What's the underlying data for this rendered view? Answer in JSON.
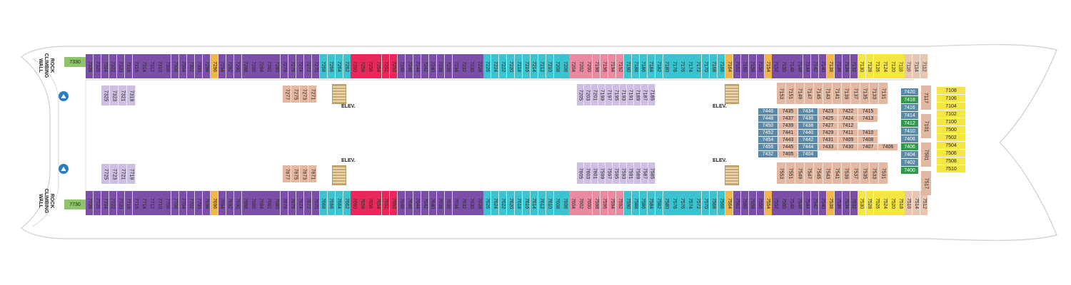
{
  "labels": {
    "rock_wall": "ROCK\nCLIMBING\nWALL",
    "elev": "ELEV."
  },
  "top_corner": "7330",
  "bottom_corner": "7730",
  "top_row": [
    {
      "n": "7328",
      "c": "#7b4ea8"
    },
    {
      "n": "7326",
      "c": "#7b4ea8"
    },
    {
      "n": "7324",
      "c": "#7b4ea8"
    },
    {
      "n": "7322",
      "c": "#7b4ea8"
    },
    {
      "n": "7320",
      "c": "#7b4ea8"
    },
    {
      "n": "7318",
      "c": "#7b4ea8"
    },
    {
      "n": "7316",
      "c": "#7b4ea8"
    },
    {
      "n": "7314",
      "c": "#7b4ea8"
    },
    {
      "n": "7312",
      "c": "#7b4ea8"
    },
    {
      "n": "7310",
      "c": "#7b4ea8"
    },
    {
      "n": "7308",
      "c": "#7b4ea8"
    },
    {
      "n": "7306",
      "c": "#7b4ea8"
    },
    {
      "n": "7304",
      "c": "#7b4ea8"
    },
    {
      "n": "7302",
      "c": "#7b4ea8"
    },
    {
      "n": "7300",
      "c": "#7b4ea8"
    },
    {
      "n": "7298",
      "c": "#7b4ea8"
    },
    {
      "n": "7296",
      "c": "#f0b64a"
    },
    {
      "n": "7294",
      "c": "#7b4ea8"
    },
    {
      "n": "7292",
      "c": "#7b4ea8"
    },
    {
      "n": "7290",
      "c": "#7b4ea8"
    },
    {
      "n": "7288",
      "c": "#7b4ea8"
    },
    {
      "n": "7286",
      "c": "#7b4ea8"
    },
    {
      "n": "7284",
      "c": "#7b4ea8"
    },
    {
      "n": "7282",
      "c": "#7b4ea8"
    },
    {
      "n": "7280",
      "c": "#7b4ea8"
    },
    {
      "n": "7278",
      "c": "#7b4ea8"
    },
    {
      "n": "7276",
      "c": "#7b4ea8"
    },
    {
      "n": "7274",
      "c": "#7b4ea8"
    },
    {
      "n": "7272",
      "c": "#7b4ea8"
    },
    {
      "n": "7270",
      "c": "#7b4ea8"
    },
    {
      "n": "7268",
      "c": "#3cc3d0"
    },
    {
      "n": "7266",
      "c": "#3cc3d0"
    },
    {
      "n": "7264",
      "c": "#3cc3d0"
    },
    {
      "n": "7262",
      "c": "#3cc3d0"
    },
    {
      "n": "7260",
      "c": "#e8285a"
    },
    {
      "n": "7258",
      "c": "#e8285a"
    },
    {
      "n": "7256",
      "c": "#e8285a"
    },
    {
      "n": "7254",
      "c": "#e8285a"
    },
    {
      "n": "7252",
      "c": "#e8285a"
    },
    {
      "n": "7250",
      "c": "#e8285a"
    },
    {
      "n": "7248",
      "c": "#7b4ea8"
    },
    {
      "n": "7246",
      "c": "#7b4ea8"
    },
    {
      "n": "7244",
      "c": "#7b4ea8"
    },
    {
      "n": "7242",
      "c": "#7b4ea8"
    },
    {
      "n": "7240",
      "c": "#7b4ea8"
    },
    {
      "n": "7238",
      "c": "#7b4ea8"
    },
    {
      "n": "7236",
      "c": "#7b4ea8"
    },
    {
      "n": "7234",
      "c": "#7b4ea8"
    },
    {
      "n": "7232",
      "c": "#7b4ea8"
    },
    {
      "n": "7230",
      "c": "#7b4ea8"
    },
    {
      "n": "7228",
      "c": "#7b4ea8"
    },
    {
      "n": "7226",
      "c": "#3cc3d0"
    },
    {
      "n": "7224",
      "c": "#3cc3d0"
    },
    {
      "n": "7222",
      "c": "#3cc3d0"
    },
    {
      "n": "7220",
      "c": "#3cc3d0"
    },
    {
      "n": "7218",
      "c": "#3cc3d0"
    },
    {
      "n": "7216",
      "c": "#3cc3d0"
    },
    {
      "n": "7214",
      "c": "#3cc3d0"
    },
    {
      "n": "7212",
      "c": "#3cc3d0"
    },
    {
      "n": "7210",
      "c": "#3cc3d0"
    },
    {
      "n": "7208",
      "c": "#3cc3d0"
    },
    {
      "n": "7206",
      "c": "#3cc3d0"
    },
    {
      "n": "7204",
      "c": "#e98aa0"
    },
    {
      "n": "7202",
      "c": "#e98aa0"
    },
    {
      "n": "7200",
      "c": "#e98aa0"
    },
    {
      "n": "7198",
      "c": "#e98aa0"
    },
    {
      "n": "7196",
      "c": "#e98aa0"
    },
    {
      "n": "7194",
      "c": "#e98aa0"
    },
    {
      "n": "7192",
      "c": "#e98aa0"
    },
    {
      "n": "7190",
      "c": "#3cc3d0"
    },
    {
      "n": "7188",
      "c": "#3cc3d0"
    },
    {
      "n": "7186",
      "c": "#3cc3d0"
    },
    {
      "n": "7184",
      "c": "#3cc3d0"
    },
    {
      "n": "7182",
      "c": "#3cc3d0"
    },
    {
      "n": "7180",
      "c": "#3cc3d0"
    },
    {
      "n": "7178",
      "c": "#3cc3d0"
    },
    {
      "n": "7176",
      "c": "#3cc3d0"
    },
    {
      "n": "7174",
      "c": "#3cc3d0"
    },
    {
      "n": "7172",
      "c": "#3cc3d0"
    },
    {
      "n": "7170",
      "c": "#3cc3d0"
    },
    {
      "n": "7168",
      "c": "#3cc3d0"
    },
    {
      "n": "7166",
      "c": "#3cc3d0"
    },
    {
      "n": "7164",
      "c": "#f0b64a"
    },
    {
      "n": "7162",
      "c": "#7b4ea8"
    },
    {
      "n": "7160",
      "c": "#7b4ea8"
    },
    {
      "n": "7158",
      "c": "#7b4ea8"
    },
    {
      "n": "7156",
      "c": "#7b4ea8"
    },
    {
      "n": "7154",
      "c": "#f0b64a"
    },
    {
      "n": "7152",
      "c": "#7b4ea8"
    },
    {
      "n": "7150",
      "c": "#7b4ea8"
    },
    {
      "n": "7148",
      "c": "#7b4ea8"
    },
    {
      "n": "7146",
      "c": "#7b4ea8"
    },
    {
      "n": "7144",
      "c": "#7b4ea8"
    },
    {
      "n": "7142",
      "c": "#7b4ea8"
    },
    {
      "n": "7140",
      "c": "#7b4ea8"
    },
    {
      "n": "7138",
      "c": "#f0b64a"
    },
    {
      "n": "7136",
      "c": "#7b4ea8"
    },
    {
      "n": "7134",
      "c": "#7b4ea8"
    },
    {
      "n": "7132",
      "c": "#7b4ea8"
    },
    {
      "n": "7130",
      "c": "#f5e642"
    },
    {
      "n": "7128",
      "c": "#f5e642"
    },
    {
      "n": "7126",
      "c": "#f5e642"
    },
    {
      "n": "7124",
      "c": "#f5e642"
    },
    {
      "n": "7120",
      "c": "#f5e642"
    },
    {
      "n": "7118",
      "c": "#f5e642"
    },
    {
      "n": "7116",
      "c": "#e8c6b4"
    },
    {
      "n": "7114",
      "c": "#e8c6b4"
    },
    {
      "n": "7112",
      "c": "#e8c6b4"
    }
  ],
  "bottom_row": [
    {
      "n": "7728",
      "c": "#7b4ea8"
    },
    {
      "n": "7726",
      "c": "#7b4ea8"
    },
    {
      "n": "7724",
      "c": "#7b4ea8"
    },
    {
      "n": "7722",
      "c": "#7b4ea8"
    },
    {
      "n": "7720",
      "c": "#7b4ea8"
    },
    {
      "n": "7718",
      "c": "#7b4ea8"
    },
    {
      "n": "7716",
      "c": "#7b4ea8"
    },
    {
      "n": "7714",
      "c": "#7b4ea8"
    },
    {
      "n": "7712",
      "c": "#7b4ea8"
    },
    {
      "n": "7710",
      "c": "#7b4ea8"
    },
    {
      "n": "7708",
      "c": "#7b4ea8"
    },
    {
      "n": "7706",
      "c": "#7b4ea8"
    },
    {
      "n": "7704",
      "c": "#7b4ea8"
    },
    {
      "n": "7702",
      "c": "#7b4ea8"
    },
    {
      "n": "7700",
      "c": "#7b4ea8"
    },
    {
      "n": "7698",
      "c": "#7b4ea8"
    },
    {
      "n": "7696",
      "c": "#f0b64a"
    },
    {
      "n": "7694",
      "c": "#7b4ea8"
    },
    {
      "n": "7692",
      "c": "#7b4ea8"
    },
    {
      "n": "7690",
      "c": "#7b4ea8"
    },
    {
      "n": "7688",
      "c": "#7b4ea8"
    },
    {
      "n": "7686",
      "c": "#7b4ea8"
    },
    {
      "n": "7684",
      "c": "#7b4ea8"
    },
    {
      "n": "7682",
      "c": "#7b4ea8"
    },
    {
      "n": "7680",
      "c": "#7b4ea8"
    },
    {
      "n": "7678",
      "c": "#7b4ea8"
    },
    {
      "n": "7676",
      "c": "#7b4ea8"
    },
    {
      "n": "7674",
      "c": "#7b4ea8"
    },
    {
      "n": "7672",
      "c": "#7b4ea8"
    },
    {
      "n": "7670",
      "c": "#7b4ea8"
    },
    {
      "n": "7668",
      "c": "#3cc3d0"
    },
    {
      "n": "7666",
      "c": "#3cc3d0"
    },
    {
      "n": "7664",
      "c": "#3cc3d0"
    },
    {
      "n": "7662",
      "c": "#3cc3d0"
    },
    {
      "n": "7660",
      "c": "#e8285a"
    },
    {
      "n": "7658",
      "c": "#e8285a"
    },
    {
      "n": "7656",
      "c": "#e8285a"
    },
    {
      "n": "7654",
      "c": "#e8285a"
    },
    {
      "n": "7652",
      "c": "#e8285a"
    },
    {
      "n": "7650",
      "c": "#e8285a"
    },
    {
      "n": "7648",
      "c": "#7b4ea8"
    },
    {
      "n": "7646",
      "c": "#7b4ea8"
    },
    {
      "n": "7644",
      "c": "#7b4ea8"
    },
    {
      "n": "7642",
      "c": "#7b4ea8"
    },
    {
      "n": "7640",
      "c": "#7b4ea8"
    },
    {
      "n": "7638",
      "c": "#7b4ea8"
    },
    {
      "n": "7636",
      "c": "#7b4ea8"
    },
    {
      "n": "7634",
      "c": "#7b4ea8"
    },
    {
      "n": "7632",
      "c": "#7b4ea8"
    },
    {
      "n": "7630",
      "c": "#7b4ea8"
    },
    {
      "n": "7628",
      "c": "#7b4ea8"
    },
    {
      "n": "7626",
      "c": "#3cc3d0"
    },
    {
      "n": "7624",
      "c": "#3cc3d0"
    },
    {
      "n": "7622",
      "c": "#3cc3d0"
    },
    {
      "n": "7620",
      "c": "#3cc3d0"
    },
    {
      "n": "7618",
      "c": "#3cc3d0"
    },
    {
      "n": "7616",
      "c": "#3cc3d0"
    },
    {
      "n": "7614",
      "c": "#3cc3d0"
    },
    {
      "n": "7612",
      "c": "#3cc3d0"
    },
    {
      "n": "7610",
      "c": "#3cc3d0"
    },
    {
      "n": "7608",
      "c": "#3cc3d0"
    },
    {
      "n": "7606",
      "c": "#3cc3d0"
    },
    {
      "n": "7604",
      "c": "#e98aa0"
    },
    {
      "n": "7602",
      "c": "#e98aa0"
    },
    {
      "n": "7600",
      "c": "#e98aa0"
    },
    {
      "n": "7598",
      "c": "#e98aa0"
    },
    {
      "n": "7596",
      "c": "#e98aa0"
    },
    {
      "n": "7594",
      "c": "#e98aa0"
    },
    {
      "n": "7592",
      "c": "#e98aa0"
    },
    {
      "n": "7590",
      "c": "#3cc3d0"
    },
    {
      "n": "7588",
      "c": "#3cc3d0"
    },
    {
      "n": "7586",
      "c": "#3cc3d0"
    },
    {
      "n": "7584",
      "c": "#3cc3d0"
    },
    {
      "n": "7582",
      "c": "#3cc3d0"
    },
    {
      "n": "7580",
      "c": "#3cc3d0"
    },
    {
      "n": "7578",
      "c": "#3cc3d0"
    },
    {
      "n": "7576",
      "c": "#3cc3d0"
    },
    {
      "n": "7574",
      "c": "#3cc3d0"
    },
    {
      "n": "7572",
      "c": "#3cc3d0"
    },
    {
      "n": "7570",
      "c": "#3cc3d0"
    },
    {
      "n": "7568",
      "c": "#3cc3d0"
    },
    {
      "n": "7566",
      "c": "#3cc3d0"
    },
    {
      "n": "7564",
      "c": "#f0b64a"
    },
    {
      "n": "7562",
      "c": "#7b4ea8"
    },
    {
      "n": "7560",
      "c": "#7b4ea8"
    },
    {
      "n": "7558",
      "c": "#7b4ea8"
    },
    {
      "n": "7556",
      "c": "#7b4ea8"
    },
    {
      "n": "7554",
      "c": "#f0b64a"
    },
    {
      "n": "7552",
      "c": "#7b4ea8"
    },
    {
      "n": "7550",
      "c": "#7b4ea8"
    },
    {
      "n": "7548",
      "c": "#7b4ea8"
    },
    {
      "n": "7546",
      "c": "#7b4ea8"
    },
    {
      "n": "7544",
      "c": "#7b4ea8"
    },
    {
      "n": "7542",
      "c": "#7b4ea8"
    },
    {
      "n": "7540",
      "c": "#7b4ea8"
    },
    {
      "n": "7538",
      "c": "#f0b64a"
    },
    {
      "n": "7536",
      "c": "#7b4ea8"
    },
    {
      "n": "7534",
      "c": "#7b4ea8"
    },
    {
      "n": "7532",
      "c": "#7b4ea8"
    },
    {
      "n": "7530",
      "c": "#f5e642"
    },
    {
      "n": "7528",
      "c": "#f5e642"
    },
    {
      "n": "7526",
      "c": "#f5e642"
    },
    {
      "n": "7524",
      "c": "#f5e642"
    },
    {
      "n": "7520",
      "c": "#f5e642"
    },
    {
      "n": "7518",
      "c": "#f5e642"
    },
    {
      "n": "7516",
      "c": "#e8c6b4"
    },
    {
      "n": "7514",
      "c": "#e8c6b4"
    },
    {
      "n": "7512",
      "c": "#e8c6b4"
    }
  ],
  "inner_top_left": [
    "7325",
    "7323",
    "7321",
    "7319"
  ],
  "inner_top_mid": [
    "7277",
    "7275",
    "7273",
    "7271"
  ],
  "inner_top_center": [
    "7205",
    "7203",
    "7201",
    "7199",
    "7197",
    "7195",
    "7193",
    "7191",
    "7189",
    "7187",
    "7185"
  ],
  "inner_bot_left": [
    "7725",
    "7723",
    "7721",
    "7719"
  ],
  "inner_bot_mid": [
    "7677",
    "7675",
    "7673",
    "7671"
  ],
  "inner_bot_center": [
    "7605",
    "7603",
    "7601",
    "7599",
    "7597",
    "7595",
    "7593",
    "7591",
    "7589",
    "7587",
    "7585"
  ],
  "fwd_top_inner": [
    "7153",
    "7151",
    "7149",
    "7147",
    "7145",
    "7143",
    "7141",
    "7139",
    "7137",
    "7135",
    "7133",
    "7131"
  ],
  "fwd_bot_inner": [
    "7553",
    "7551",
    "7549",
    "7547",
    "7545",
    "7543",
    "7541",
    "7539",
    "7537",
    "7535",
    "7533",
    "7531"
  ],
  "center_block": [
    [
      "7446",
      "7435",
      "7434",
      "7423",
      "7422",
      "7415"
    ],
    [
      "7448",
      "7437",
      "7436",
      "7425",
      "7424",
      "7413"
    ],
    [
      "7450",
      "7439",
      "7438",
      "7427",
      "7412"
    ],
    [
      "7452",
      "7441",
      "7440",
      "7429",
      "7411",
      "7410"
    ],
    [
      "7454",
      "7443",
      "7442",
      "7431",
      "7409",
      "7408"
    ],
    [
      "7456",
      "7445",
      "7444",
      "7433",
      "7430",
      "7407",
      "7406"
    ],
    [
      "7432",
      "7405",
      "7404"
    ]
  ],
  "right_col_inner": [
    "7420",
    "7418",
    "7416",
    "7414",
    "7412",
    "7410",
    "7408",
    "7406",
    "7404",
    "7402",
    "7400"
  ],
  "right_small": [
    "7117",
    "7101",
    "7501",
    "7517"
  ],
  "bow_suites": [
    "7108",
    "7106",
    "7104",
    "7102",
    "7100",
    "7500",
    "7502",
    "7504",
    "7506",
    "7508",
    "7510"
  ]
}
